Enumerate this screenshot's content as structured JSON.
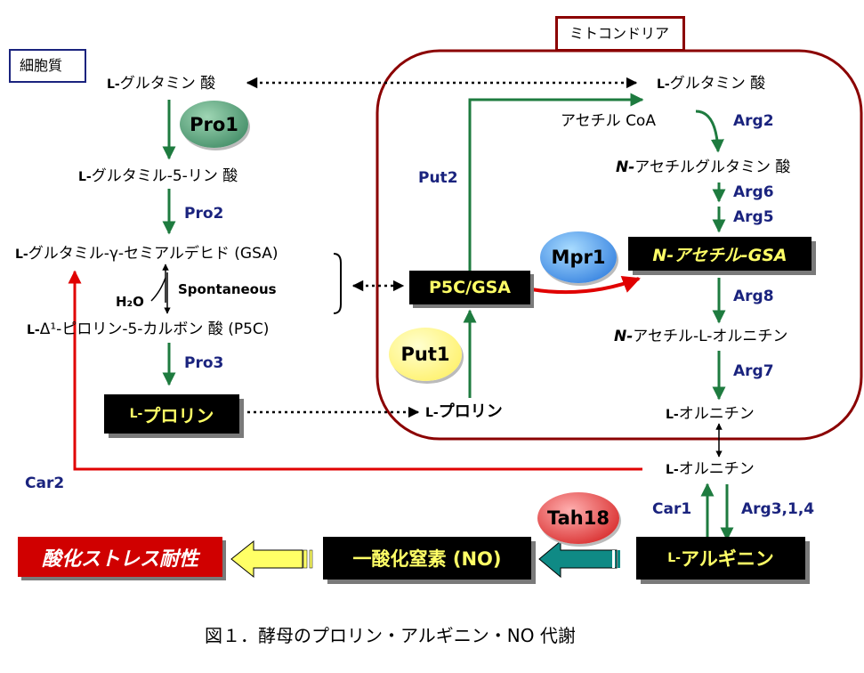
{
  "compartments": {
    "cytoplasm": "細胞質",
    "mitochondria": "ミトコンドリア"
  },
  "metabolites": {
    "glu_cyt_prefix": "L-",
    "glu_cyt_text": "グルタミン 酸",
    "glup_prefix": "L-",
    "glup_text": "グルタミル-5-リン 酸",
    "gsa_prefix": "L-",
    "gsa_text": "グルタミル-γ-セミアルデヒド (GSA)",
    "water": "H₂O",
    "spontaneous": "Spontaneous",
    "p5c_prefix": "L-",
    "p5c_text": "Δ¹-ピロリン-5-カルボン 酸 (P5C)",
    "pro_cyt_prefix": "L-",
    "pro_cyt_text": "プロリン",
    "glu_mit_prefix": "L-",
    "glu_mit_text": "グルタミン 酸",
    "acetylcoa": "アセチル CoA",
    "nag_prefix": "N-",
    "nag_text": "アセチルグルタミン 酸",
    "nagsa": "N-アセチル-GSA",
    "p5cgsa": "P5C/GSA",
    "nao_prefix": "N-",
    "nao_text": "アセチル-L-オルニチン",
    "orn_mit_prefix": "L-",
    "orn_mit_text": "オルニチン",
    "pro_mit_prefix": "L-",
    "pro_mit_text": "プロリン",
    "orn_cyt_prefix": "L-",
    "orn_cyt_text": "オルニチン",
    "arg_prefix": "L-",
    "arg_text": "アルギニン",
    "no": "一酸化窒素 (NO)",
    "stress": "酸化ストレス耐性"
  },
  "enzymes": {
    "pro1": "Pro1",
    "pro2": "Pro2",
    "pro3": "Pro3",
    "put1": "Put1",
    "put2": "Put2",
    "mpr1": "Mpr1",
    "arg2": "Arg2",
    "arg6": "Arg6",
    "arg5": "Arg5",
    "arg8": "Arg8",
    "arg7": "Arg7",
    "car1": "Car1",
    "car2": "Car2",
    "arg314": "Arg3,1,4",
    "tah18": "Tah18"
  },
  "caption": "図１．酵母のプロリン・アルギニン・NO 代謝",
  "colors": {
    "green": "#1e7b3f",
    "red": "#e00000",
    "navy": "#1a237e",
    "mito_border": "#8b0000",
    "yellow": "#ffff66",
    "teal": "#0f8a85"
  }
}
